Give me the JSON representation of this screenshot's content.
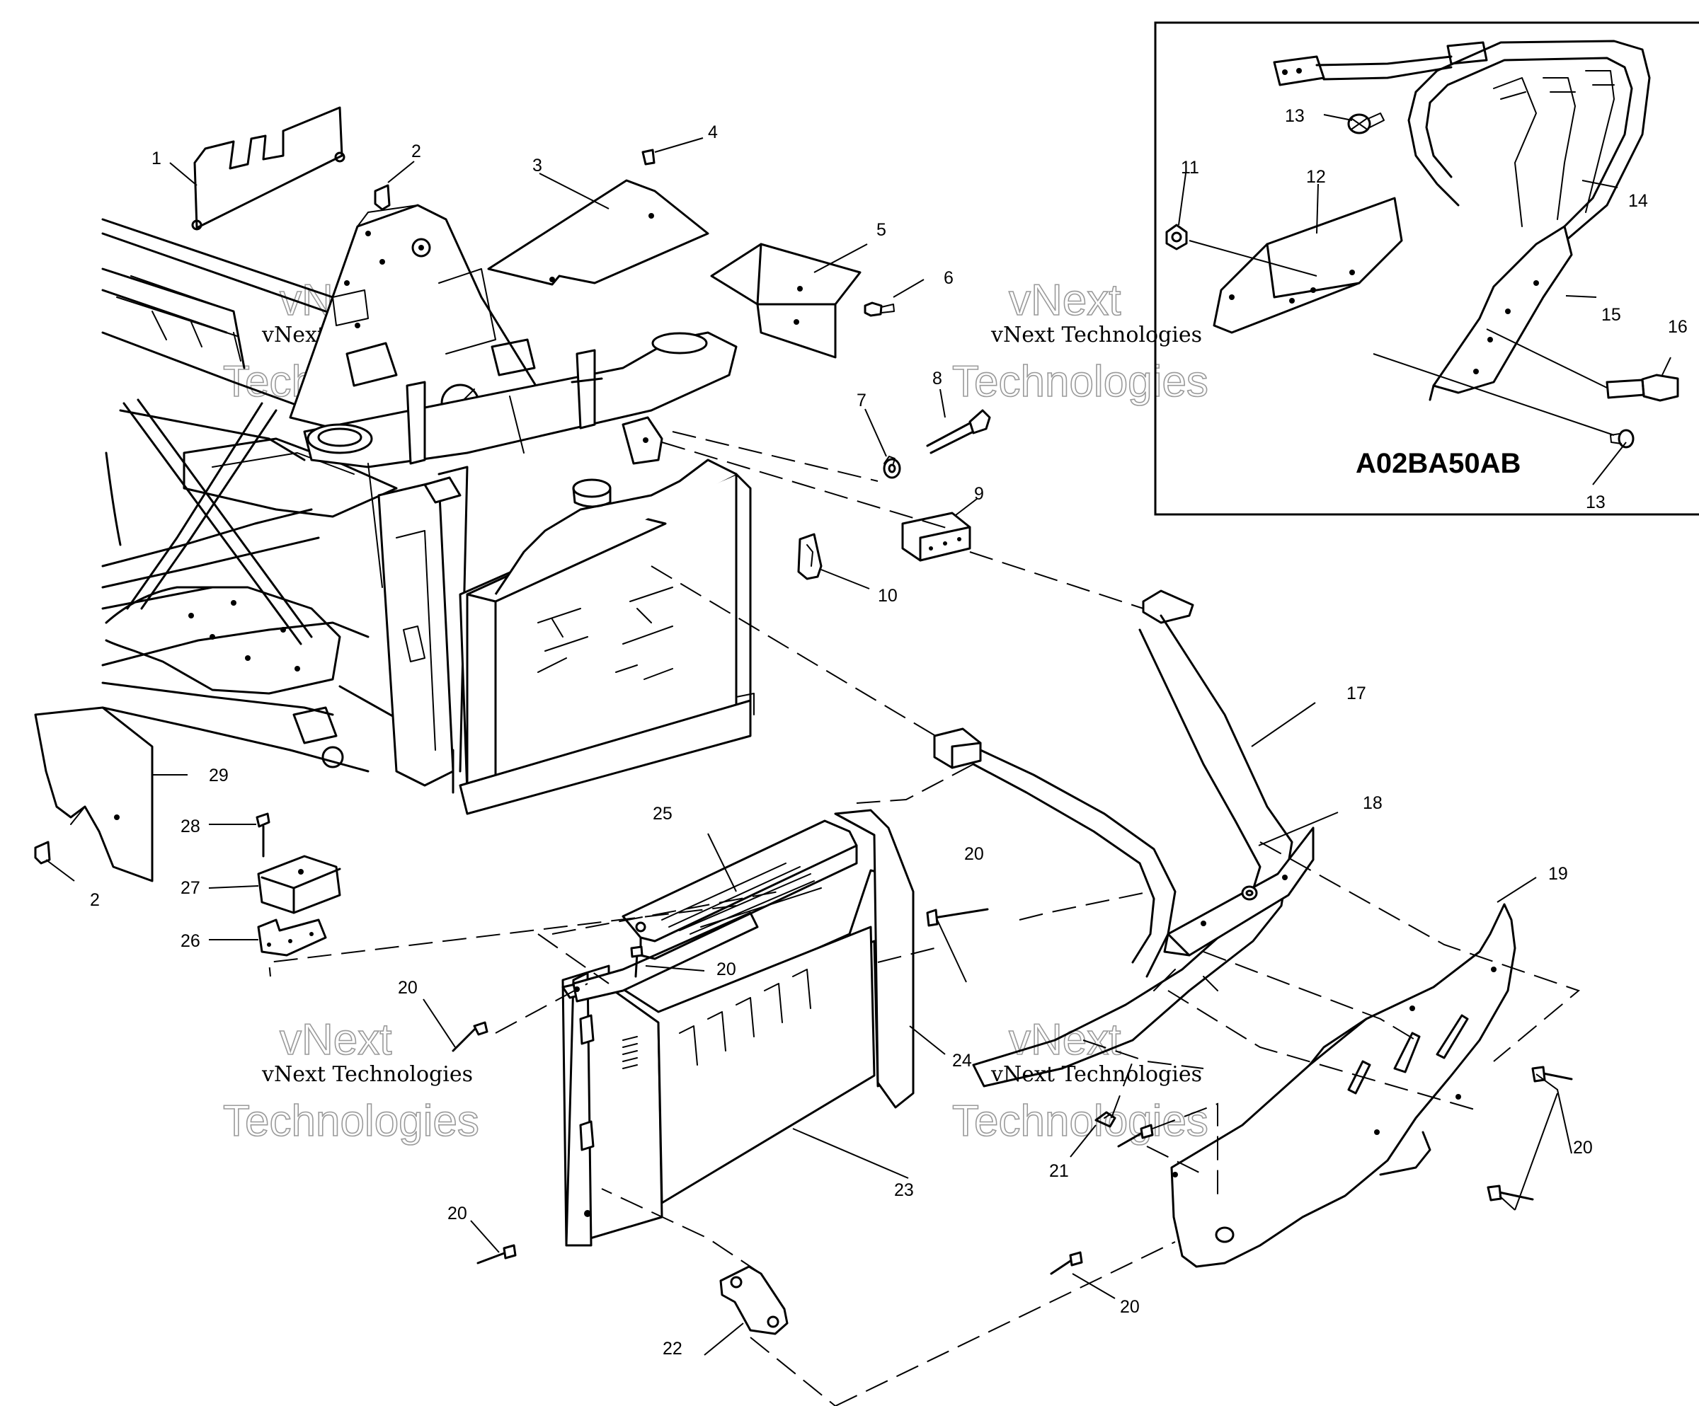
{
  "inset_code": "A02BA50AB",
  "watermark": {
    "line1": "vNext Technologies",
    "line2": "Technologies",
    "word": "vNext"
  },
  "callouts": {
    "c1": "1",
    "c2a": "2",
    "c2b": "2",
    "c3": "3",
    "c4": "4",
    "c5": "5",
    "c6": "6",
    "c7": "7",
    "c8": "8",
    "c9": "9",
    "c10": "10",
    "c11": "11",
    "c12": "12",
    "c13a": "13",
    "c13b": "13",
    "c14": "14",
    "c15": "15",
    "c16": "16",
    "c17": "17",
    "c18": "18",
    "c19": "19",
    "c20a": "20",
    "c20b": "20",
    "c20c": "20",
    "c20d": "20",
    "c20e": "20",
    "c20f": "20",
    "c21": "21",
    "c22": "22",
    "c23": "23",
    "c24": "24",
    "c25": "25",
    "c26": "26",
    "c27": "27",
    "c28": "28",
    "c29": "29"
  }
}
